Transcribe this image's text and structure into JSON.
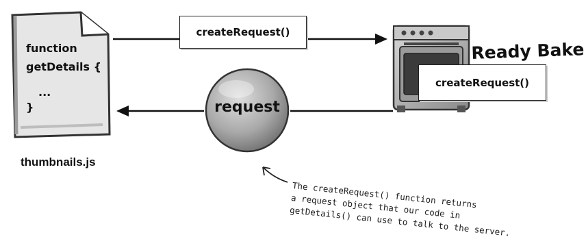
{
  "code": {
    "line1": "function",
    "line2": "getDetails {",
    "line3": "...",
    "line4": "}"
  },
  "filename": "thumbnails.js",
  "call_label": "createRequest()",
  "oven": {
    "label": "Ready Bake",
    "box_label": "createRequest()"
  },
  "return_label": "request",
  "annotation": {
    "line1": "The createRequest() function returns",
    "line2": "a request object that our code in",
    "line3": "getDetails() can use to talk to the server."
  }
}
